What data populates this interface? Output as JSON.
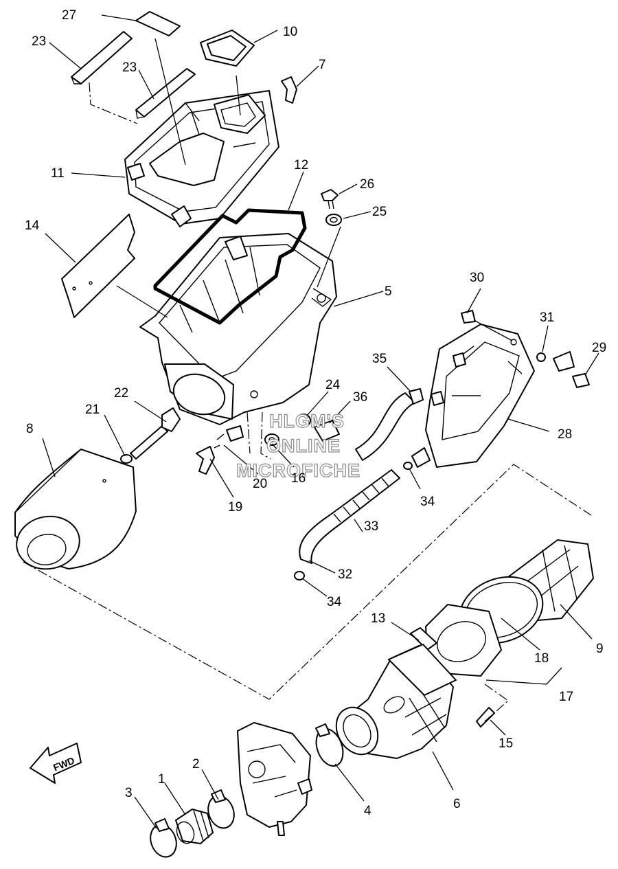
{
  "watermark": {
    "line1": "HLGM'S",
    "line2": "ONLINE",
    "line3": "MICROFICHE"
  },
  "direction_label": "FWD",
  "callouts": {
    "c1": "1",
    "c2": "2",
    "c3": "3",
    "c4": "4",
    "c5": "5",
    "c6": "6",
    "c7": "7",
    "c8": "8",
    "c9": "9",
    "c10": "10",
    "c11": "11",
    "c12": "12",
    "c13": "13",
    "c14": "14",
    "c15": "15",
    "c16": "16",
    "c17": "17",
    "c18": "18",
    "c19": "19",
    "c20": "20",
    "c21": "21",
    "c22": "22",
    "c23a": "23",
    "c23b": "23",
    "c24": "24",
    "c25": "25",
    "c26": "26",
    "c27": "27",
    "c28": "28",
    "c29": "29",
    "c30": "30",
    "c31": "31",
    "c32": "32",
    "c33": "33",
    "c34a": "34",
    "c34b": "34",
    "c35": "35",
    "c36": "36"
  }
}
